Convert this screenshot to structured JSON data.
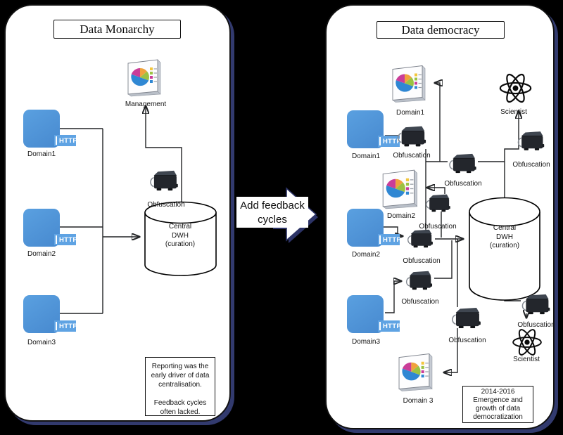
{
  "colors": {
    "background": "#000000",
    "panel_shadow": "#323a6e",
    "wire": "#222426",
    "http_blue": "#4e94d8",
    "http_badge_blue": "#5fa3e3",
    "pie_blue": "#2f87d3",
    "pie_magenta": "#ca3d98",
    "pie_orange": "#f0a23c",
    "pie_green": "#9cc242",
    "legend_yellow": "#f2c63e",
    "block_arrow_outline": "#2c3366"
  },
  "icons": {
    "http_badge_text": "HTTP"
  },
  "left_panel": {
    "title": "Data Monarchy",
    "management_label": "Management",
    "domain1_label": "Domain1",
    "domain2_label": "Domain2",
    "domain3_label": "Domain3",
    "obfuscation_label": "Obfuscation",
    "dwh": {
      "line1": "Central",
      "line2": "DWH",
      "line3": "(curation)"
    },
    "note": {
      "line1": "Reporting was the",
      "line2": "early driver of data",
      "line3": "centralisation.",
      "line4": "",
      "line5": "Feedback cycles",
      "line6": "often lacked."
    }
  },
  "middle_arrow": {
    "line1": "Add feedback",
    "line2": "cycles"
  },
  "right_panel": {
    "title": "Data democracy",
    "pie_domain1_label": "Domain1",
    "pie_domain2_label": "Domain2",
    "pie_domain3_label": "Domain 3",
    "http_domain1_label": "Domain1",
    "http_domain2_label": "Domain2",
    "http_domain3_label": "Domain3",
    "scientist_top_label": "Scientist",
    "scientist_bottom_label": "Scientist",
    "obf_a_label": "Obfuscation",
    "obf_b_label": "Obfuscation",
    "obf_c_label": "Obfuscation",
    "obf_d_label": "Obfuscation",
    "obf_e_label": "Obfuscation",
    "obf_f_label": "Obfuscation",
    "obf_g_label": "Obfuscation",
    "obf_h_label": "Obfuscation",
    "dwh": {
      "line1": "Central",
      "line2": "DWH",
      "line3": "(curation)"
    },
    "note": {
      "line1": "2014-2016",
      "line2": "Emergence and",
      "line3": "growth of data",
      "line4": "democratization"
    }
  }
}
